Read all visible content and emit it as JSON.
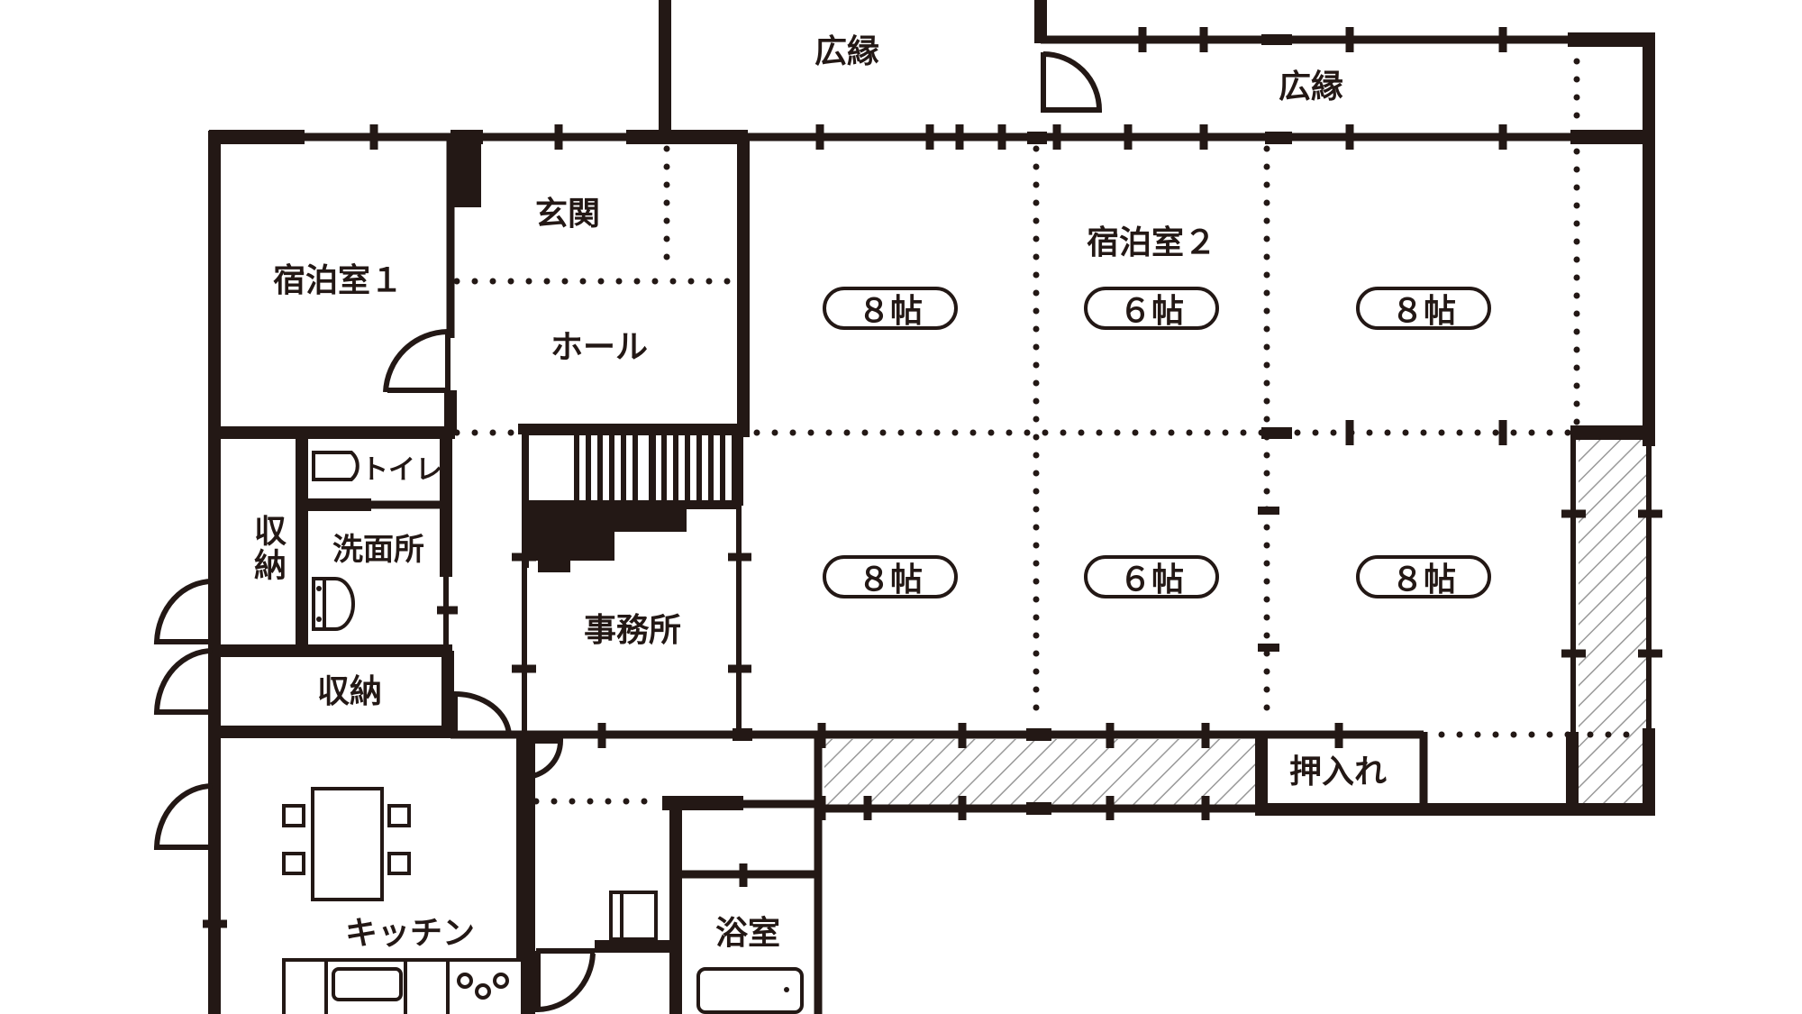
{
  "plan": {
    "colors": {
      "ink": "#231815",
      "hatch": "#999999",
      "background": "#ffffff"
    },
    "rooms": {
      "hiroen_top": "広縁",
      "hiroen_right": "広縁",
      "guest_room_1": "宿泊室１",
      "entrance": "玄関",
      "hall": "ホール",
      "guest_room_2": "宿泊室２",
      "toilet": "トイレ",
      "storage_vertical": "収納",
      "washroom": "洗面所",
      "storage_horizontal": "収納",
      "office": "事務所",
      "kitchen": "キッチン",
      "bathroom": "浴室",
      "closet": "押入れ"
    },
    "tatami_sizes": [
      {
        "id": "top-left",
        "label": "８帖"
      },
      {
        "id": "top-middle",
        "label": "６帖"
      },
      {
        "id": "top-right",
        "label": "８帖"
      },
      {
        "id": "bottom-left",
        "label": "８帖"
      },
      {
        "id": "bottom-middle",
        "label": "６帖"
      },
      {
        "id": "bottom-right",
        "label": "８帖"
      }
    ]
  }
}
